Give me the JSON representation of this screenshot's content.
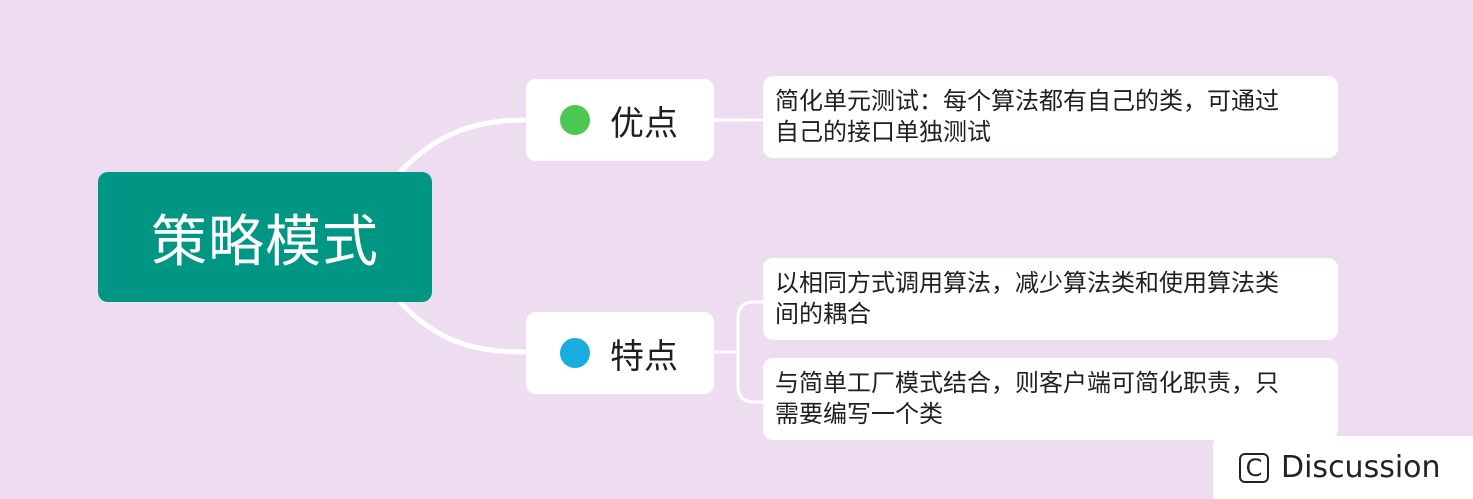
{
  "root": {
    "label": "策略模式",
    "color": "#009684"
  },
  "branches": [
    {
      "label": "优点",
      "dot_color": "#4cc752",
      "leaves": [
        {
          "lines": [
            "简化单元测试：每个算法都有自己的类，可通过",
            "自己的接口单独测试"
          ]
        }
      ]
    },
    {
      "label": "特点",
      "dot_color": "#18ace0",
      "leaves": [
        {
          "lines": [
            "以相同方式调用算法，减少算法类和使用算法类",
            "间的耦合"
          ]
        },
        {
          "lines": [
            "与简单工厂模式结合，则客户端可简化职责，只",
            "需要编写一个类"
          ]
        }
      ]
    }
  ],
  "watermark": {
    "icon": "c-badge-icon",
    "icon_glyph": "C",
    "label": "Discussion"
  },
  "colors": {
    "background": "#eedcf0",
    "connector": "#ffffff",
    "node_bg": "#ffffff"
  }
}
